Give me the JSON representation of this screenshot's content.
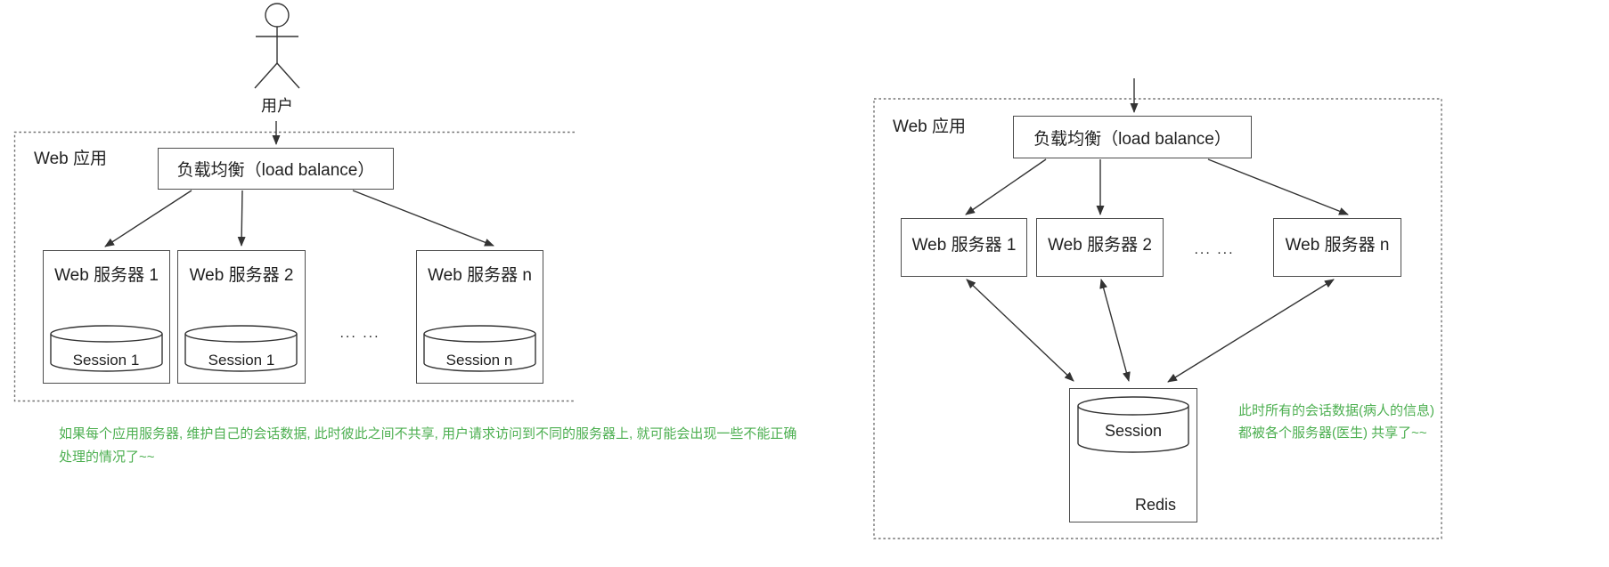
{
  "colors": {
    "line": "#333333",
    "box_border": "#4d4d4d",
    "dashed_border": "#737373",
    "annotation_green": "#4caf50",
    "text": "#1f1f1f"
  },
  "left_diagram": {
    "actor_label": "用户",
    "container_label": "Web 应用",
    "load_balancer_label": "负载均衡（load balance）",
    "servers": [
      {
        "name": "Web 服务器 1",
        "session": "Session 1"
      },
      {
        "name": "Web 服务器 2",
        "session": "Session 1"
      },
      {
        "name": "Web 服务器 n",
        "session": "Session n"
      }
    ],
    "ellipsis": "... ...",
    "annotation_line1": "如果每个应用服务器, 维护自己的会话数据, 此时彼此之间不共享, 用户请求访问到不同的服务器上, 就可能会出现一些不能正确",
    "annotation_line2": "处理的情况了~~"
  },
  "right_diagram": {
    "container_label": "Web 应用",
    "load_balancer_label": "负载均衡（load balance）",
    "servers": [
      {
        "name": "Web 服务器 1"
      },
      {
        "name": "Web 服务器 2"
      },
      {
        "name": "Web 服务器 n"
      }
    ],
    "ellipsis": "... ...",
    "session_label": "Session",
    "redis_label": "Redis",
    "annotation_line1": "此时所有的会话数据(病人的信息)",
    "annotation_line2": "都被各个服务器(医生) 共享了~~"
  }
}
